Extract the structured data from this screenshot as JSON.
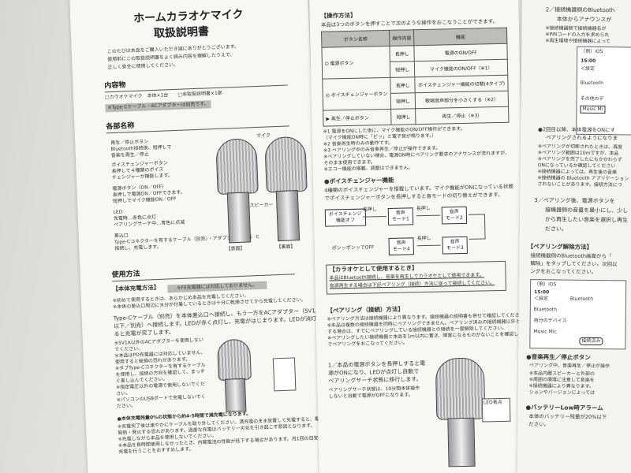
{
  "left": {
    "title_1": "ホームカラオケマイク",
    "title_2": "取扱説明書",
    "intro": [
      "このたびは本品をご購入いただき誠にありがとうございます。",
      "使用前にこの取扱説明書をよく読み内容を理解したうえで、",
      "正しく安全に使用してください。"
    ],
    "contents_heading": "内容物",
    "contents_line": "□カラオケマイク　本体×1台　　□本取扱説明書×1部",
    "contents_note": "※Type-Cケーブル・ACアダプターは別売です。",
    "parts_heading": "各部名称",
    "parts": [
      "再生／停止ボタン",
      "Bluetooth接続後、短押しで",
      "音楽を再生／停止",
      "ボイスチェンジャーボタン",
      "長押しで４種類のボイス",
      "チェンジャーが機能します。",
      "電源ボタン（ON／OFF）",
      "長押しで電源ON／OFFできます。",
      "短押しでマイク機能ON／OFF",
      "LED",
      "充電時…赤色に点灯",
      "ペアリングサーチ中…青色に点滅",
      "差込口",
      "Type-Cコネクターを有するケーブル（別売）・アダプター（別売）と",
      "接続し、充電します。"
    ],
    "mic_label": "マイク",
    "speaker_label": "スピーカー",
    "front_label": "【表面】",
    "back_label": "【裏面】",
    "usage_heading": "使用方法",
    "charge_heading": "【本体充電方法】",
    "charge_note": "※F0充電器には対応しておりません。",
    "charge_lines": [
      "※初めて使用するときは、あらかじめ本品を充電してください。",
      "※本体の差込口周辺に水分が付着しているときは十分に乾燥させてから充電してください。",
      "Type-Cケーブル（別売）を本体差込口へ接続し、もう一方をACアダプター（5V1A",
      "以下／別売）へ接続します。LEDが赤く点灯し、充電がはじまります。LEDが消灯す",
      "ると充電が完了します。"
    ],
    "charge_bullets": [
      "※5V1A以外のACアダプターを使用しない",
      "でください。",
      "※本品はPD充電器には対応していません。",
      "使用すると破損の恐れがあります。",
      "※ダブType-Cコネクターを有するケーブル",
      "を使用し、接続の方向を確認して、まっす",
      "ぐ差し込んでください。",
      "※指定電圧以外の電源で使用しないでくだ",
      "さい。",
      "※パソコンのUSBポートで充電しないでく",
      "ださい。"
    ],
    "battery_lines": [
      "●本体充電残量0%の状態から約4-5時間で満充電になります。",
      "※充電完了後は速やかにケーブルを取り外してください。満充電のまま放置して充電すると、電池が",
      "発熱・発火する恐れがあります。過度な充電はバッテリー劣化を引き起こす原因となります。",
      "※充電しながら本品を使用しないでください。",
      "※本品を長時間使用しなかったとき、内蔵電池の性能が低下する場合があります。月1回の目安で",
      "充電を行うことをおすすめします。"
    ]
  },
  "middle": {
    "ops_heading": "【操作方法】",
    "ops_intro": "本品は3つのボタンを押すことで次のような操作をおこなうことができます。",
    "table_headers": [
      "ボタン名称",
      "操作内容",
      "機能"
    ],
    "table_rows": [
      [
        "電源ボタン",
        "長押し",
        "電源のON/OFF"
      ],
      [
        "",
        "短押し",
        "マイク機能のON/OFF（※1）"
      ],
      [
        "ボイスチェンジャーボタン",
        "長押し",
        "ボイスチェンジャー機能の切替(4タイプ)"
      ],
      [
        "",
        "短押し",
        "歌唱音声部分を小さくする（※2）"
      ],
      [
        "再生／停止ボタン",
        "短押し",
        "再生／停止（※3）"
      ]
    ],
    "table_notes": [
      "※1 電源をONにした後に、マイク機能のON/OFF操作ができます。",
      "（マイク機能ON時に「ピッ」と電子音が鳴ります。）",
      "※2 音楽再生時のみの動作です。",
      "※3 ペアリング中のみ音楽再生／停止が操作できます。",
      "※ペアリングしていない場合、電源ON時にペアリング要求のアナウンスが流れますが、",
      "そのまま使用できます。",
      "※エコー機能の搭載、調整はできません。"
    ],
    "voice_heading": "●ボイスチェンジャー機能",
    "voice_lines": [
      "4種類のボイスチェンジャーを搭載しています。マイク機能がONになっている状態",
      "でボイスチェンジャーボタンを長押しすると各モードの切り替えができます。"
    ],
    "flow": {
      "off": "ボイスチェンジ\n機能オフ",
      "mode1": "音声\nモード1",
      "mode2": "音声\nモード2",
      "mode3": "音声\nモード3",
      "mode4": "音声\nモード4",
      "arrow": "長押し",
      "return": "ポンッポンッでOFF"
    },
    "karaoke_heading": "【カラオケとして使用するとき】",
    "karaoke_lines": [
      "本品はBluetooth接続し、音楽を再生してカラオケとして使用できます。",
      "音源再生する場合は下記ペアリング（接続）方法に従って接続してください。"
    ],
    "pairing_heading": "【ペアリング（接続）方法】",
    "pairing_notes": [
      "※ペアリング方法は接続機器により異なります。接続機器の説明書も併せて確認してください。",
      "※本品は複数の接続機器を同時にペアリングできません。ペアリング済みの接続機器以外と接続",
      "する場合は、すでにペアリングしている接続機器との接続を一度解除してください。",
      "※ペアリングしたい接続機器と本品を1m以内に置き、障害になるものがないことを確認したうえ",
      "でペアリングをおこなってください。"
    ],
    "step1": [
      "1／本品の電源ボタンを長押しすると電",
      "源がONになり、LEDが点灯し自動で",
      "ペアリングサーチ状態に移行します。",
      "ペアリングサーチ状態は、10分間本体操作",
      "しないと自動で電源がOFFになります。"
    ],
    "led_label": "LED青点"
  },
  "right": {
    "step2": [
      "2／接続機器側のBluetooth",
      "本体からアナウンスが",
      "※接続機器側で接続機器名が",
      "※PINコードの入力を求められ",
      "※再生環境や接続機器によって"
    ],
    "phone1": [
      "（例）iOS",
      "15:00",
      "＜設定",
      "Bluetooth",
      "その他のデ",
      "Music Mi"
    ],
    "bullets": [
      "●2回目以降、本体電源をONにす",
      "ペアリングされるようになりま",
      "※ペアリングが切断されたときは、再度",
      "※ペアリング範囲は10mですが、本品",
      "※ペアリングを完了したにもかかわらず",
      "ONになっているか確認してください",
      "※接続機器によっては、再生後の音楽",
      "※接続機器の Bluetooth アプリケーション",
      "されないことがあります。接続方法につ"
    ],
    "step3": [
      "3／ペアリング後、電源ボタンを",
      "接機器側の音量を最小にし、少し",
      "から再生したい音楽を選択し再生",
      "ださい。"
    ],
    "release_heading": "【ペアリング解除方法】",
    "release_lines": [
      "接続機器側のBluetooth画面から「",
      "解除」をタップしてください。次回以",
      "ングをおこなってください。"
    ],
    "phone2": [
      "（例）iOS",
      "15:00",
      "＜設定",
      "Bluetooth",
      "Bluetooth",
      "自分のデバイス",
      "Music Mic",
      "接続済み"
    ],
    "play_heading": "●音楽再生／停止ボタン",
    "play_lines": [
      "ペアリング中、音楽再生／停止が操作",
      "※本品内蔵スピーカーと外部の",
      "※周囲の環境に注意して音楽を",
      "※接続機器により異なります。",
      "ションやバージョンによっては"
    ],
    "battery_heading": "●バッテリーLow時アラーム",
    "battery_lines": [
      "本体のバッテリー残量が20%以下",
      "ださい。"
    ]
  }
}
